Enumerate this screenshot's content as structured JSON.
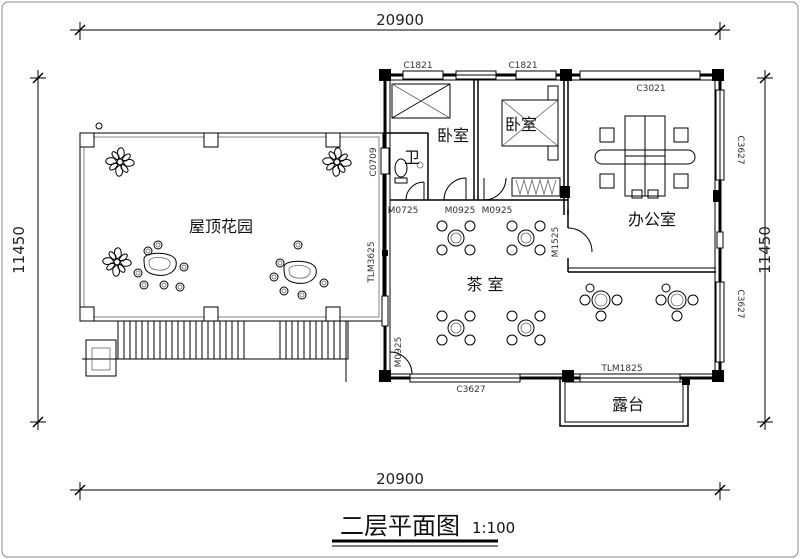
{
  "dimensions": {
    "top": "20900",
    "bottom": "20900",
    "left": "11450",
    "right": "11450"
  },
  "rooms": {
    "roof_garden": "屋顶花园",
    "bathroom": "卫",
    "bedroom_1": "卧室",
    "bedroom_2": "卧室",
    "office": "办公室",
    "tea_room": "茶 室",
    "terrace": "露台"
  },
  "codes": {
    "window_c1821_left": "C1821",
    "window_c1821_right": "C1821",
    "window_c3021": "C3021",
    "window_c3627_right_top": "C3627",
    "window_c3627_right_bottom": "C3627",
    "window_c3627_bottom": "C3627",
    "window_c0709": "C0709",
    "door_m0725": "M0725",
    "door_m0925_a": "M0925",
    "door_m0925_b": "M0925",
    "door_m0925_c": "M0925",
    "door_m1525": "M1525",
    "door_tlm3625": "TLM3625",
    "door_tlm1825": "TLM1825"
  },
  "title": {
    "main": "二层平面图",
    "scale": "1:100"
  }
}
